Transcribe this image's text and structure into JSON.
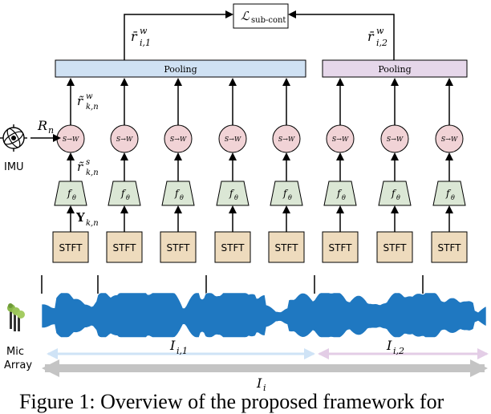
{
  "loss": {
    "label": "ℒ",
    "sub": "sub-cont"
  },
  "pooled_left": {
    "base": "r̄",
    "sup": "w",
    "sub": "i,1"
  },
  "pooled_right": {
    "base": "r̄",
    "sup": "w",
    "sub": "i,2"
  },
  "pooling_label": "Pooling",
  "pooling_left_color": "#cfe1f3",
  "pooling_right_color": "#e6d7ea",
  "conv_label": "S→W",
  "conv_color": "#f1d3d6",
  "encoder_label": "f",
  "encoder_sub": "θ",
  "encoder_color": "#dbe7d5",
  "stft_label": "STFT",
  "stft_color": "#eedbbd",
  "r_w": {
    "base": "r̃",
    "sup": "w",
    "sub": "k,n"
  },
  "r_s": {
    "base": "r̃",
    "sup": "s",
    "sub": "k,n"
  },
  "y_in": {
    "base": "Y",
    "sub": "k,n"
  },
  "rotation": {
    "base": "R",
    "sub": "n"
  },
  "imu_label": "IMU",
  "mic_label_1": "Mic",
  "mic_label_2": "Array",
  "interval_1": {
    "base": "I",
    "sub": "i,1"
  },
  "interval_2": {
    "base": "I",
    "sub": "i,2"
  },
  "interval_total": {
    "base": "I",
    "sub": "i"
  },
  "icons": {
    "imu": "gyroscope-icon",
    "mic": "microphone-array-icon"
  },
  "waveform_color": "#1f78c1",
  "caption": "Figure 1: Overview of the proposed framework for"
}
